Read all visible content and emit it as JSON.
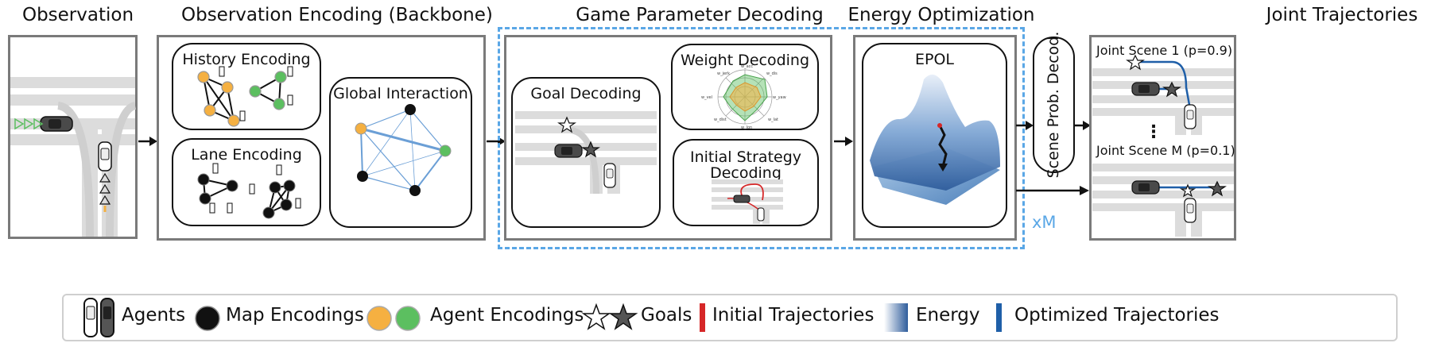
{
  "titles": {
    "observation": "Observation",
    "encoding": "Observation Encoding (Backbone)",
    "game": "Game Parameter Decoding",
    "energy": "Energy Optimization",
    "joint": "Joint Trajectories"
  },
  "cards": {
    "history": "History Encoding",
    "lane": "Lane Encoding",
    "global": "Global Interaction",
    "goal": "Goal Decoding",
    "weight": "Weight Decoding",
    "initial_line1": "Initial Strategy",
    "initial_line2": "Decoding",
    "epol": "EPOL",
    "scene_prob": "Scene Prob. Decod."
  },
  "joint": {
    "scene1": "Joint Scene 1 (p=0.9)",
    "sceneM": "Joint Scene M (p=0.1)",
    "ellipsis": "⋮"
  },
  "repeat_label": "xM",
  "radar_labels": [
    "w_acc",
    "w_jerk",
    "w_dis",
    "w_vel",
    "w_yaw",
    "w_dist",
    "w_lat",
    "w_lon"
  ],
  "legend": {
    "agents": "Agents",
    "map": "Map Encodings",
    "agent_enc": "Agent Encodings",
    "goals": "Goals",
    "initial": "Initial Trajectories",
    "energy": "Energy",
    "optimized": "Optimized Trajectories"
  },
  "colors": {
    "panel_border": "#7a7a7a",
    "dashed_blue": "#5aa7e6",
    "agent_orange": "#f5b041",
    "agent_green": "#5cbf60",
    "initial_red": "#d62728",
    "optimized_blue": "#1f5fa8",
    "road_gray": "#d9d9d9"
  },
  "icons": [
    "car-icon",
    "star-icon",
    "arrow-icon"
  ]
}
